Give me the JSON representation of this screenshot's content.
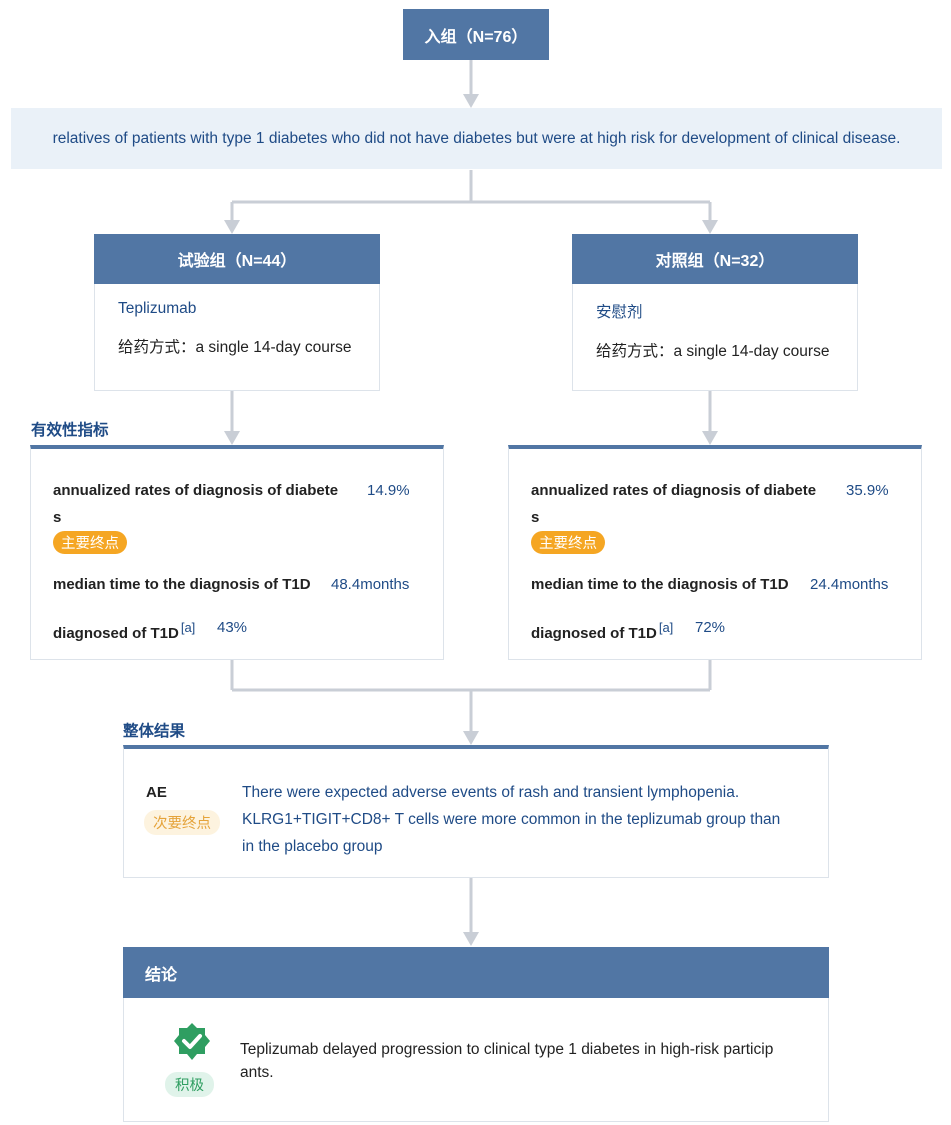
{
  "enrollment": {
    "label": "入组（N=76）"
  },
  "population": {
    "text": "relatives of patients with type 1 diabetes who did not have diabetes but were at high risk for development of clinical disease."
  },
  "arms": [
    {
      "title": "试验组（N=44）",
      "drug": "Teplizumab",
      "route": "给药方式：a single 14-day course"
    },
    {
      "title": "对照组（N=32）",
      "drug": "安慰剂",
      "route": "给药方式：a single 14-day course"
    }
  ],
  "efficacy": {
    "section_label": "有效性指标",
    "primary_badge": "主要终点",
    "metric_names": {
      "annualized_line1": "annualized rates of diagnosis of diabete",
      "annualized_line2": "s",
      "median_time": "median time to the diagnosis of T1D",
      "diagnosed": "diagnosed of T1D",
      "diagnosed_ref": "[a]"
    },
    "arm_values": [
      {
        "annualized": "14.9%",
        "median_time": "48.4months",
        "diagnosed": "43%"
      },
      {
        "annualized": "35.9%",
        "median_time": "24.4months",
        "diagnosed": "72%"
      }
    ]
  },
  "overall": {
    "section_label": "整体结果",
    "ae_label": "AE",
    "secondary_badge": "次要终点",
    "lines": [
      "There were expected adverse events of rash and transient lymphopenia.",
      "KLRG1+TIGIT+CD8+ T cells were more common in the teplizumab group than",
      "in the placebo group"
    ]
  },
  "conclusion": {
    "title": "结论",
    "badge": "积极",
    "icon": "shield-check-icon",
    "lines": [
      "Teplizumab delayed progression to clinical type 1 diabetes in high-risk particip",
      "ants."
    ]
  },
  "colors": {
    "header_blue": "#5176a4",
    "text_blue": "#1f4b86",
    "population_bg": "#eaf1f8",
    "primary_badge": "#f5a623",
    "positive_green": "#2f9e61",
    "connector": "#c9ced6"
  }
}
